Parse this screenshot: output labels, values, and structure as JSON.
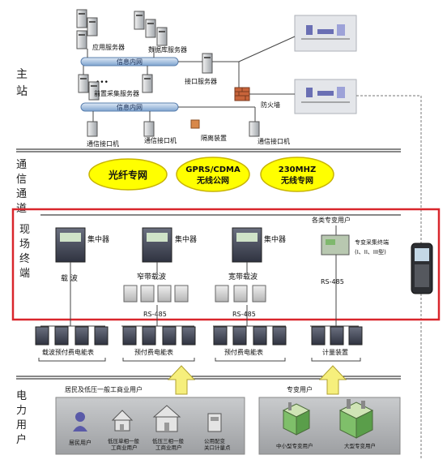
{
  "sections": {
    "main_station": [
      "主",
      "站"
    ],
    "comm_channel": [
      "通",
      "信",
      "通",
      "道"
    ],
    "field_terminal": [
      "现",
      "场",
      "终",
      "端"
    ],
    "power_user": [
      "电",
      "力",
      "用",
      "户"
    ]
  },
  "master_station": {
    "app_server": "应用服务器",
    "db_server": "数据库服务器",
    "info_intranet_top": "信息内网",
    "ellipsis": "•••",
    "front_collect_server": "前置采集服务器",
    "interface_server": "接口服务器",
    "info_intranet_bottom": "信息内网",
    "firewall": "防火墙",
    "comm_interface_machine_1": "通信接口机",
    "comm_interface_machine_2": "通信接口机",
    "isolation_device": "隔离装置",
    "comm_interface_machine_3": "通信接口机"
  },
  "channels": {
    "fiber": "光纤专网",
    "gprs_line1": "GPRS/CDMA",
    "gprs_line2": "无线公网",
    "mhz_line1": "230MHZ",
    "mhz_line2": "无线专网"
  },
  "field": {
    "concentrator_1": "集中器",
    "carrier": "载  波",
    "concentrator_2": "集中器",
    "narrowband_carrier": "窄带载波",
    "concentrator_3": "集中器",
    "broadband_carrier": "宽带载波",
    "special_users": "各类专变用户",
    "special_terminal": "专变采集终端",
    "special_terminal_types": "(I、II、III型)",
    "rs485_special": "RS-485",
    "rs485_narrow": "RS-485",
    "rs485_broad": "RS-485"
  },
  "meters": {
    "carrier_prepaid": "载波预付费电能表",
    "prepaid_1": "预付费电能表",
    "prepaid_2": "预付费电能表",
    "metering_device": "计量装置"
  },
  "users": {
    "residential_group": "居民及低压一般工商业用户",
    "special_group": "专变用户",
    "resident": "居民用户",
    "lv_single_1": "低压单相一般",
    "lv_single_2": "工商业用户",
    "lv_three_1": "低压三相一般",
    "lv_three_2": "工商业用户",
    "public_1": "公用配变",
    "public_2": "关口计量点",
    "small_special": "中小型专变用户",
    "large_special": "大型专变用户"
  },
  "colors": {
    "highlight_frame": "#d9262c",
    "channel_fill": "#ffff00",
    "channel_stroke": "#c8b400",
    "bus_fill": "#a9c7e8",
    "arrow_fill": "#f6ef7c"
  }
}
